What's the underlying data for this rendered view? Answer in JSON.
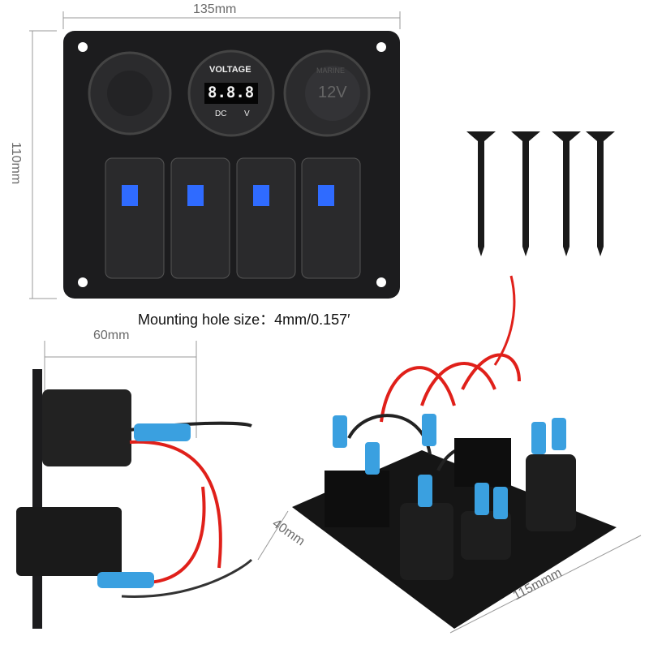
{
  "dimensions": {
    "panel_width": "135mm",
    "panel_height": "110mm",
    "depth": "60mm",
    "side_depth": "40mm",
    "diagonal_width": "115mmm"
  },
  "mounting_hole_note": "Mounting hole size：4mm/0.157′",
  "voltmeter": {
    "title": "VOLTAGE",
    "reading": "8.8.8",
    "left_label": "DC",
    "right_label": "V"
  },
  "socket": {
    "top_text": "MARINE",
    "center_text": "12V"
  },
  "colors": {
    "panel": "#1c1c1e",
    "switch_led": "#2f6bff",
    "wire_red": "#e0201a",
    "connector_blue": "#3aa0e0"
  }
}
